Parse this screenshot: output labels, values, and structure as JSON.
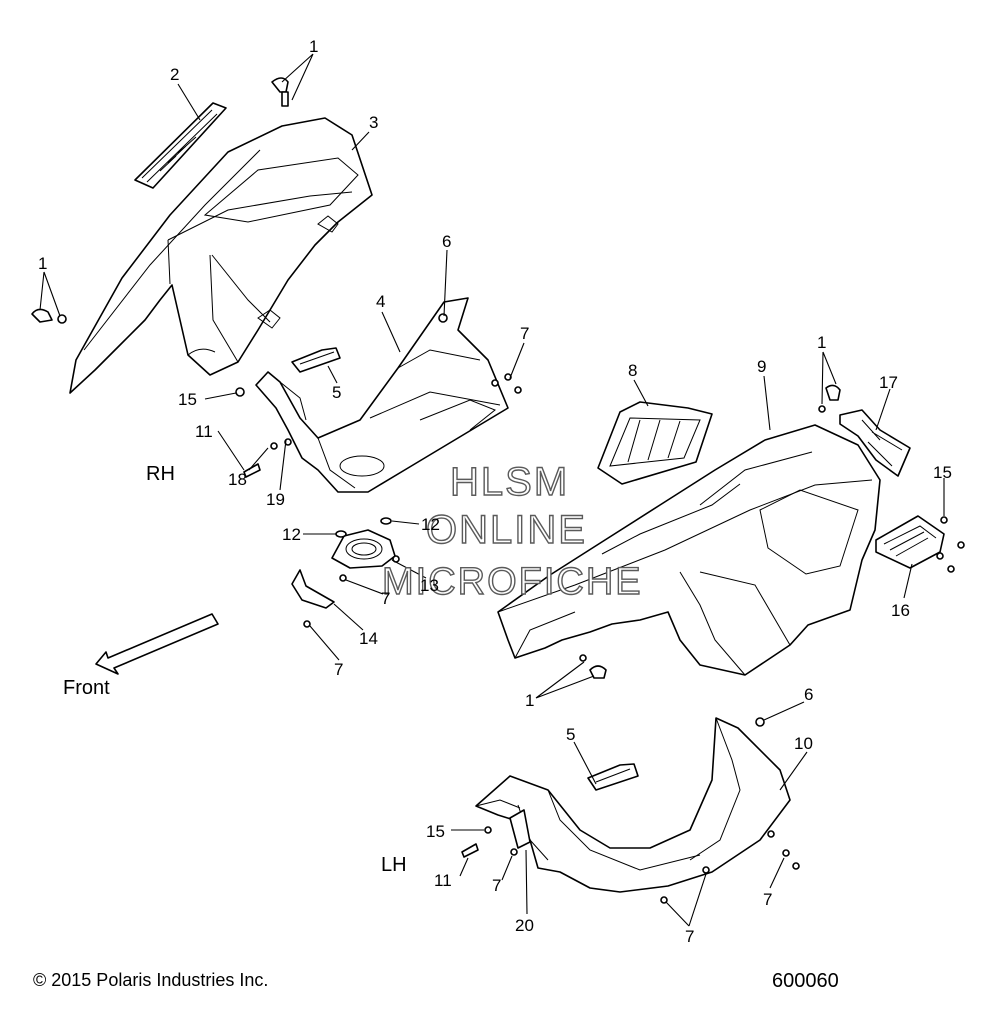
{
  "diagram": {
    "callouts": [
      {
        "id": "c-1-top",
        "text": "1"
      },
      {
        "id": "c-2",
        "text": "2"
      },
      {
        "id": "c-3",
        "text": "3"
      },
      {
        "id": "c-1-left",
        "text": "1"
      },
      {
        "id": "c-6-top",
        "text": "6"
      },
      {
        "id": "c-4",
        "text": "4"
      },
      {
        "id": "c-7-a",
        "text": "7"
      },
      {
        "id": "c-5-top",
        "text": "5"
      },
      {
        "id": "c-15-top",
        "text": "15"
      },
      {
        "id": "c-11-top",
        "text": "11"
      },
      {
        "id": "c-18",
        "text": "18"
      },
      {
        "id": "c-19",
        "text": "19"
      },
      {
        "id": "c-12-left",
        "text": "12"
      },
      {
        "id": "c-12-right",
        "text": "12"
      },
      {
        "id": "c-13",
        "text": "13"
      },
      {
        "id": "c-7-b",
        "text": "7"
      },
      {
        "id": "c-14",
        "text": "14"
      },
      {
        "id": "c-7-c",
        "text": "7"
      },
      {
        "id": "c-8",
        "text": "8"
      },
      {
        "id": "c-9",
        "text": "9"
      },
      {
        "id": "c-1-right",
        "text": "1"
      },
      {
        "id": "c-17",
        "text": "17"
      },
      {
        "id": "c-15-right",
        "text": "15"
      },
      {
        "id": "c-16",
        "text": "16"
      },
      {
        "id": "c-1-bottom",
        "text": "1"
      },
      {
        "id": "c-6-bottom",
        "text": "6"
      },
      {
        "id": "c-10",
        "text": "10"
      },
      {
        "id": "c-5-bottom",
        "text": "5"
      },
      {
        "id": "c-15-bottom",
        "text": "15"
      },
      {
        "id": "c-11-bottom",
        "text": "11"
      },
      {
        "id": "c-7-d",
        "text": "7"
      },
      {
        "id": "c-20",
        "text": "20"
      },
      {
        "id": "c-7-e",
        "text": "7"
      },
      {
        "id": "c-7-f",
        "text": "7"
      }
    ],
    "side_labels": {
      "rh": "RH",
      "lh": "LH"
    },
    "front_label": "Front",
    "watermark": {
      "line1": "HLSM",
      "line2": "ONLINE",
      "line3": "MICROFICHE"
    },
    "copyright": "© 2015 Polaris Industries Inc.",
    "part_number": "600060"
  }
}
